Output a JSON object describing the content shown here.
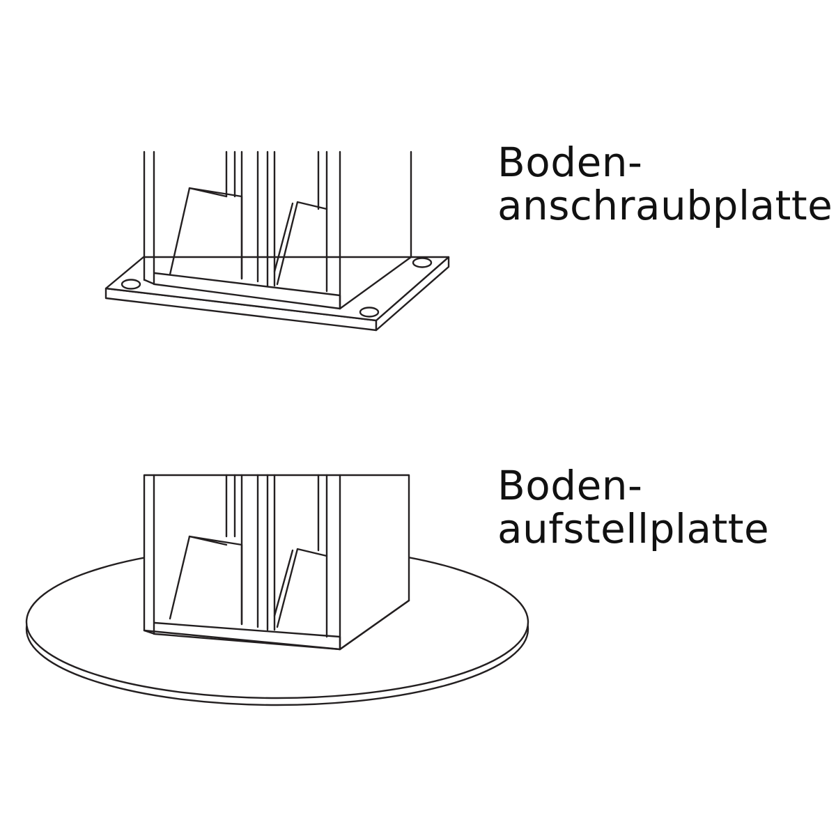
{
  "labels": {
    "top": {
      "line1": "Boden-",
      "line2": "anschraubplatte"
    },
    "bottom": {
      "line1": "Boden-",
      "line2": "aufstellplatte"
    }
  },
  "colors": {
    "ink": "#231f20",
    "background": "#ffffff"
  }
}
